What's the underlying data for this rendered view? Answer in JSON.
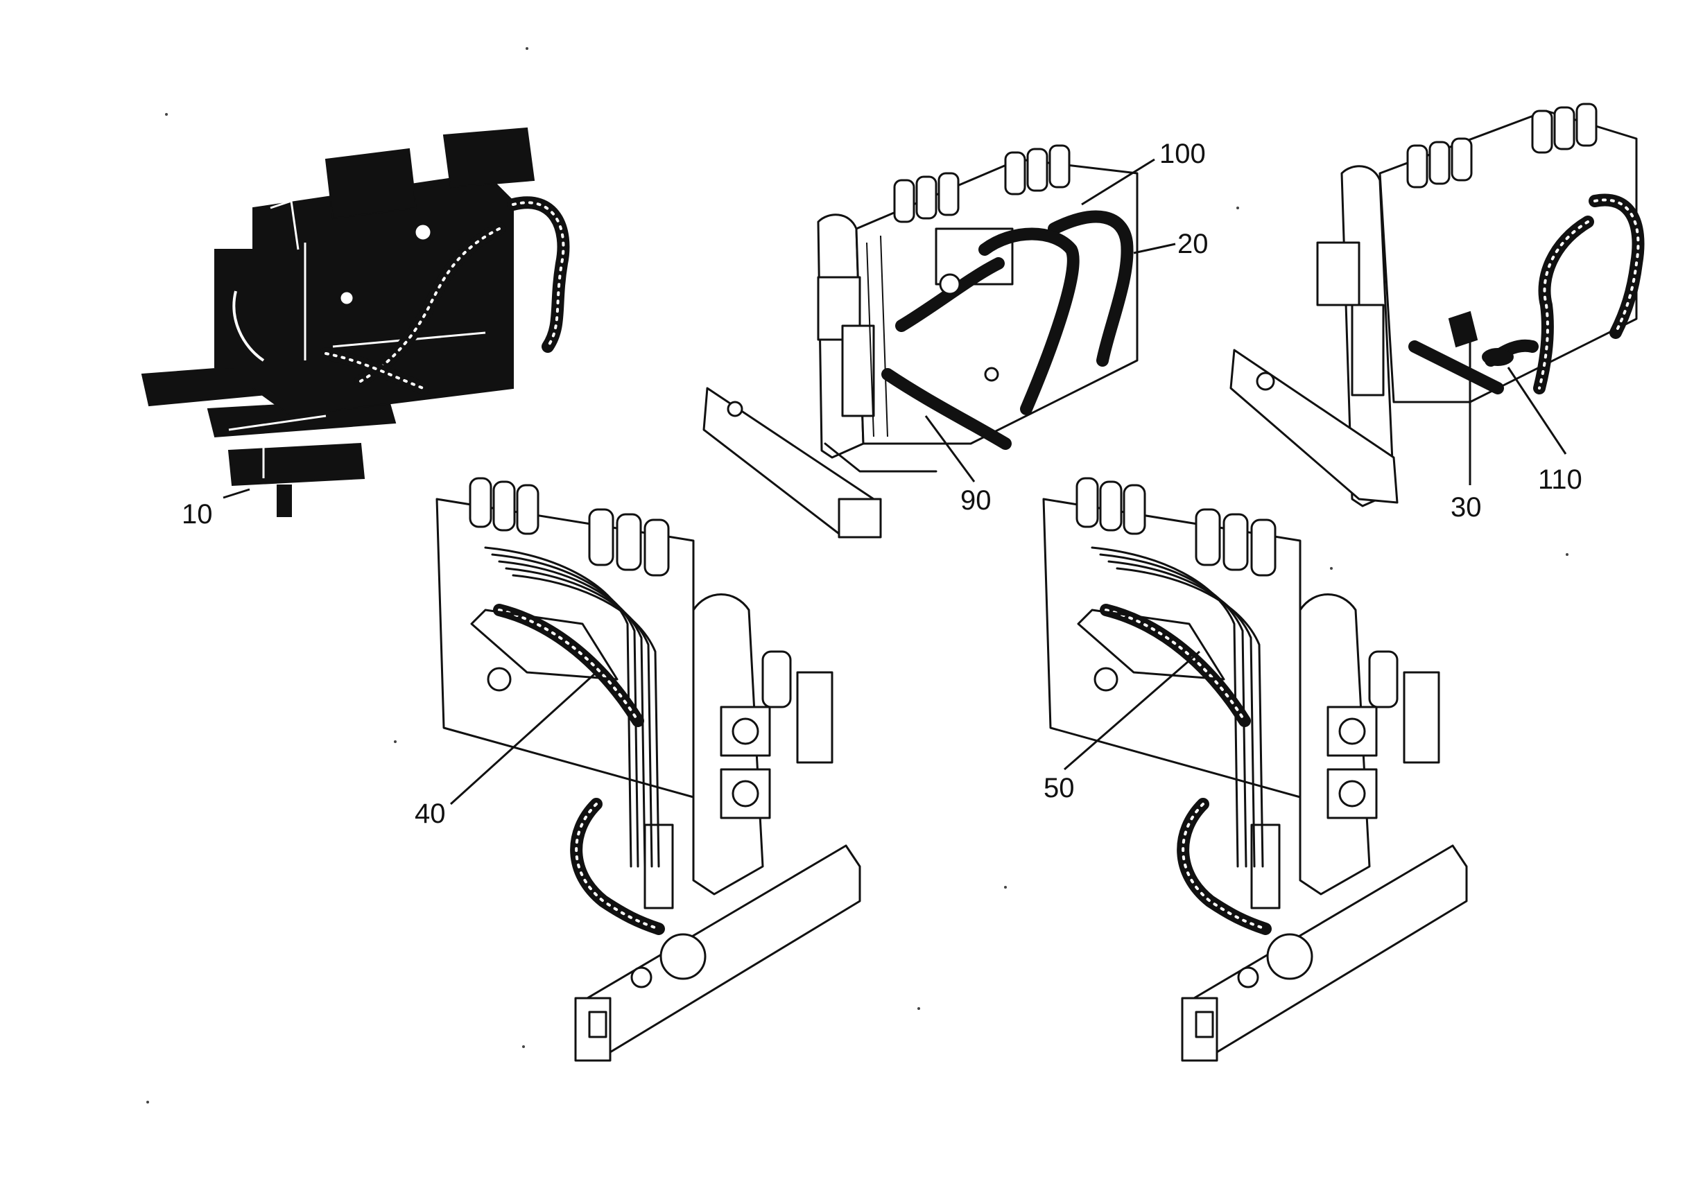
{
  "callouts": [
    {
      "id": "c10",
      "label": "10"
    },
    {
      "id": "c100",
      "label": "100"
    },
    {
      "id": "c20",
      "label": "20"
    },
    {
      "id": "c90",
      "label": "90"
    },
    {
      "id": "c30",
      "label": "30"
    },
    {
      "id": "c110",
      "label": "110"
    },
    {
      "id": "c40",
      "label": "40"
    },
    {
      "id": "c50",
      "label": "50"
    }
  ],
  "colors": {
    "ink": "#111111",
    "paper": "#ffffff"
  }
}
